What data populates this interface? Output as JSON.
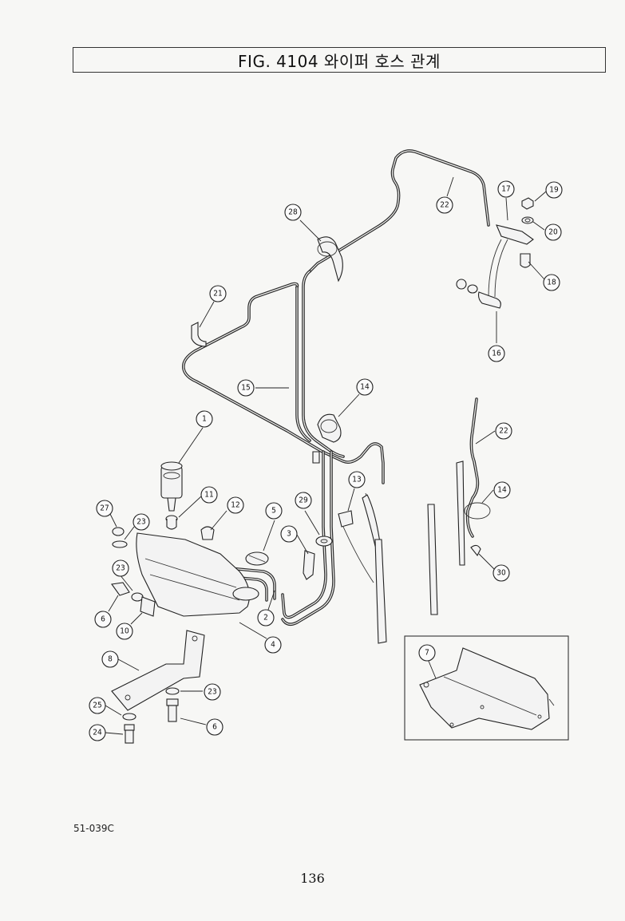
{
  "title": "FIG. 4104 와이퍼 호스 관계",
  "drawing_code": "51-039C",
  "page_number": "136",
  "callouts": {
    "c1": "1",
    "c2": "2",
    "c3": "3",
    "c4": "4",
    "c5": "5",
    "c6a": "6",
    "c6b": "6",
    "c7": "7",
    "c8": "8",
    "c10": "10",
    "c11": "11",
    "c12": "12",
    "c13": "13",
    "c14a": "14",
    "c14b": "14",
    "c15": "15",
    "c16": "16",
    "c17": "17",
    "c18": "18",
    "c19": "19",
    "c20": "20",
    "c21": "21",
    "c22a": "22",
    "c22b": "22",
    "c23a": "23",
    "c23b": "23",
    "c23c": "23",
    "c24": "24",
    "c25": "25",
    "c27": "27",
    "c28": "28",
    "c29": "29",
    "c30": "30"
  }
}
